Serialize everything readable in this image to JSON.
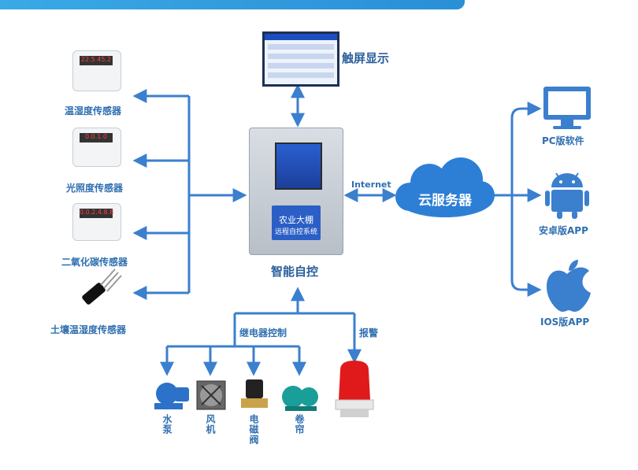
{
  "labels": {
    "touch_display": "触屏显示",
    "temp_humidity_sensor": "温湿度传感器",
    "light_sensor": "光照度传感器",
    "co2_sensor": "二氧化碳传感器",
    "soil_sensor": "土壤温湿度传感器",
    "smart_control": "智能自控",
    "internet": "Internet",
    "cloud_server": "云服务器",
    "pc_software": "PC版软件",
    "android_app": "安卓版APP",
    "ios_app": "IOS版APP",
    "relay_control": "继电器控制",
    "alarm": "报警",
    "water_pump": "水泵",
    "fan": "风机",
    "solenoid_valve": "电磁阀",
    "roller_shutter": "卷帘"
  },
  "controller": {
    "line1": "农业大棚",
    "line2": "远程自控系统"
  },
  "sensor_readouts": {
    "temp_humidity": "22.5 45.2",
    "light": "0.0.1.0",
    "co2": "0.0.2.4.8.8"
  },
  "colors": {
    "arrow": "#3b7fcf",
    "label": "#2f6fb0",
    "cloud": "#2d7fd6",
    "top_bar": "#3aa9e6"
  },
  "icons": [
    "monitor-icon",
    "android-icon",
    "apple-icon",
    "cloud-icon",
    "alarm-light-icon",
    "pump-icon",
    "fan-icon",
    "valve-icon",
    "shutter-motor-icon"
  ]
}
